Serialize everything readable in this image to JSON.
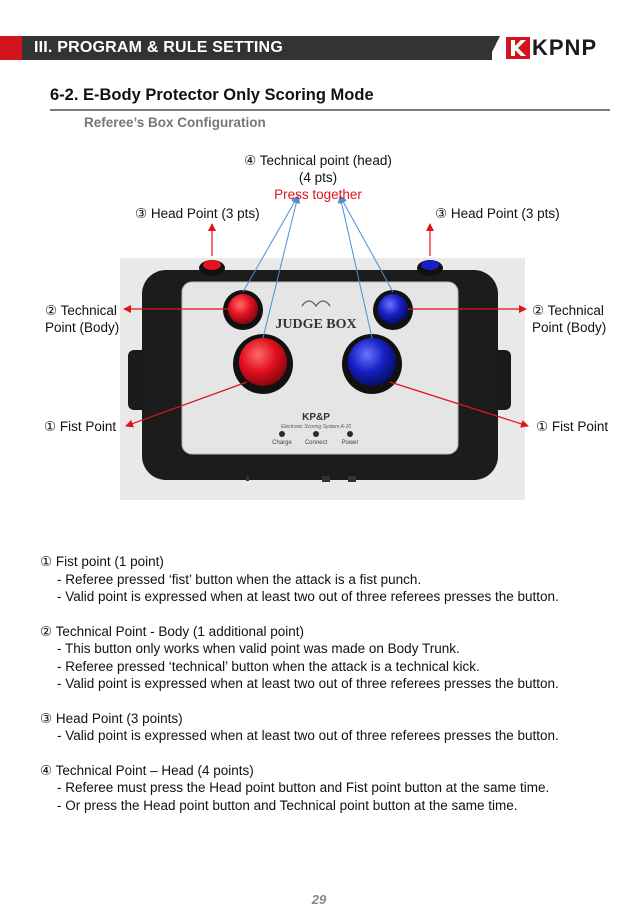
{
  "header": {
    "title": "III. PROGRAM & RULE SETTING",
    "brand": "KPNP",
    "brand_color": "#d2151c"
  },
  "section": {
    "title": "6-2. E-Body Protector Only Scoring Mode",
    "subtitle": "Referee’s Box Configuration"
  },
  "callouts": {
    "tech_head_l1": "④ Technical point (head)",
    "tech_head_l2": "(4 pts)",
    "press_together": "Press together",
    "head_left": "③ Head Point (3 pts)",
    "head_right": "③ Head Point (3 pts)",
    "tech_body_left_l1": "② Technical",
    "tech_body_left_l2": "Point (Body)",
    "tech_body_right_l1": "② Technical",
    "tech_body_right_l2": "Point (Body)",
    "fist_left": "① Fist Point",
    "fist_right": "① Fist Point"
  },
  "device": {
    "title": "JUDGE BOX",
    "brand": "KP&P",
    "model": "Electronic Scoring System  A-10",
    "led_labels": [
      "Charge",
      "Connect",
      "Power"
    ],
    "colors": {
      "red": "#e3101f",
      "blue": "#1620c4",
      "body": "#1c1c1c",
      "panel": "#e5e5e5"
    }
  },
  "items": [
    {
      "title": "① Fist point (1 point)",
      "lines": [
        "- Referee pressed ‘fist’ button when the attack is a fist punch.",
        "- Valid point is expressed when at least two out of three referees presses the button."
      ]
    },
    {
      "title": "② Technical Point - Body (1 additional point)",
      "lines": [
        "- This button only works when valid point was made on Body Trunk.",
        "- Referee pressed ‘technical’ button when the attack is a technical kick.",
        "- Valid point is expressed when at least two out of three referees presses the button."
      ]
    },
    {
      "title": "③ Head Point (3 points)",
      "lines": [
        "- Valid point is expressed when at least two out of three referees presses the button."
      ]
    },
    {
      "title": "④ Technical Point – Head (4 points)",
      "lines": [
        "- Referee must press the Head point button and Fist point button at the same time.",
        "- Or press the Head point button and Technical point button at the same time."
      ]
    }
  ],
  "page_number": "29"
}
